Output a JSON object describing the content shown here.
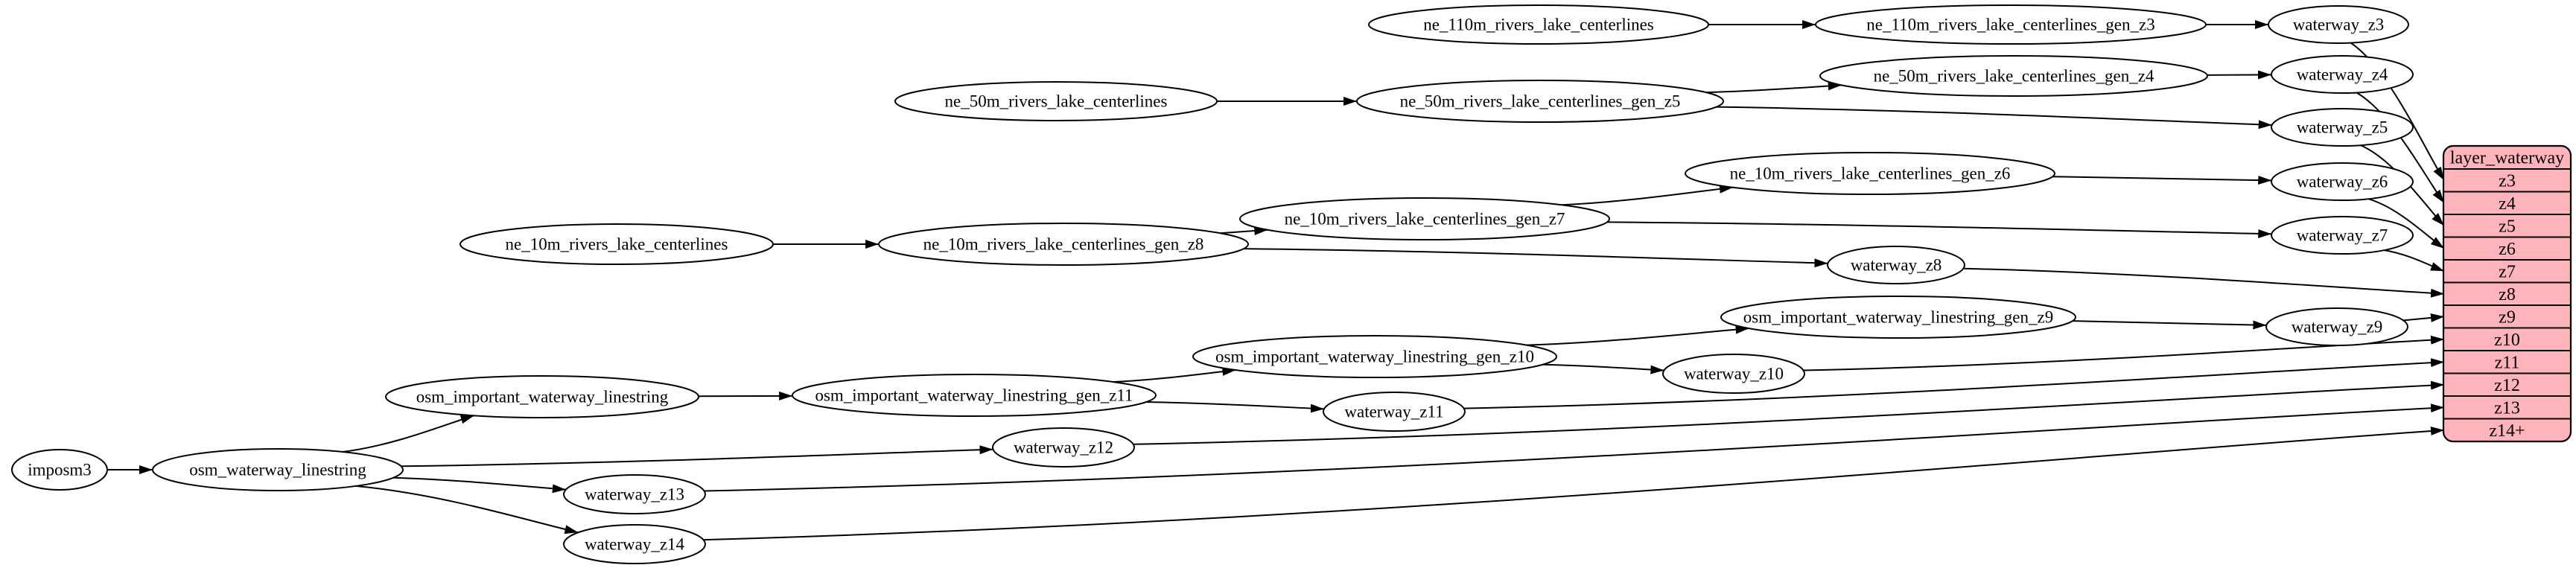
{
  "diagram": {
    "background": "#ffffff",
    "edge_color": "#000000",
    "node_fill": "#ffffff",
    "node_stroke": "#000000",
    "nodes": [
      {
        "id": "imposm3",
        "label": "imposm3"
      },
      {
        "id": "osm_waterway_linestring",
        "label": "osm_waterway_linestring"
      },
      {
        "id": "waterway_z14",
        "label": "waterway_z14"
      },
      {
        "id": "waterway_z13",
        "label": "waterway_z13"
      },
      {
        "id": "waterway_z12",
        "label": "waterway_z12"
      },
      {
        "id": "osm_important_waterway_linestring",
        "label": "osm_important_waterway_linestring"
      },
      {
        "id": "osm_important_waterway_linestring_gen_z11",
        "label": "osm_important_waterway_linestring_gen_z11"
      },
      {
        "id": "waterway_z11",
        "label": "waterway_z11"
      },
      {
        "id": "osm_important_waterway_linestring_gen_z10",
        "label": "osm_important_waterway_linestring_gen_z10"
      },
      {
        "id": "waterway_z10",
        "label": "waterway_z10"
      },
      {
        "id": "osm_important_waterway_linestring_gen_z9",
        "label": "osm_important_waterway_linestring_gen_z9"
      },
      {
        "id": "waterway_z9",
        "label": "waterway_z9"
      },
      {
        "id": "ne_10m_rivers_lake_centerlines",
        "label": "ne_10m_rivers_lake_centerlines"
      },
      {
        "id": "ne_10m_rivers_lake_centerlines_gen_z8",
        "label": "ne_10m_rivers_lake_centerlines_gen_z8"
      },
      {
        "id": "ne_10m_rivers_lake_centerlines_gen_z7",
        "label": "ne_10m_rivers_lake_centerlines_gen_z7"
      },
      {
        "id": "ne_10m_rivers_lake_centerlines_gen_z6",
        "label": "ne_10m_rivers_lake_centerlines_gen_z6"
      },
      {
        "id": "waterway_z8",
        "label": "waterway_z8"
      },
      {
        "id": "waterway_z7",
        "label": "waterway_z7"
      },
      {
        "id": "waterway_z6",
        "label": "waterway_z6"
      },
      {
        "id": "ne_50m_rivers_lake_centerlines",
        "label": "ne_50m_rivers_lake_centerlines"
      },
      {
        "id": "ne_50m_rivers_lake_centerlines_gen_z5",
        "label": "ne_50m_rivers_lake_centerlines_gen_z5"
      },
      {
        "id": "ne_50m_rivers_lake_centerlines_gen_z4",
        "label": "ne_50m_rivers_lake_centerlines_gen_z4"
      },
      {
        "id": "waterway_z5",
        "label": "waterway_z5"
      },
      {
        "id": "waterway_z4",
        "label": "waterway_z4"
      },
      {
        "id": "ne_110m_rivers_lake_centerlines",
        "label": "ne_110m_rivers_lake_centerlines"
      },
      {
        "id": "ne_110m_rivers_lake_centerlines_gen_z3",
        "label": "ne_110m_rivers_lake_centerlines_gen_z3"
      },
      {
        "id": "waterway_z3",
        "label": "waterway_z3"
      }
    ],
    "edges": [
      {
        "from": "imposm3",
        "to": "osm_waterway_linestring"
      },
      {
        "from": "osm_waterway_linestring",
        "to": "osm_important_waterway_linestring"
      },
      {
        "from": "osm_waterway_linestring",
        "to": "waterway_z12"
      },
      {
        "from": "osm_waterway_linestring",
        "to": "waterway_z13"
      },
      {
        "from": "osm_waterway_linestring",
        "to": "waterway_z14"
      },
      {
        "from": "osm_important_waterway_linestring",
        "to": "osm_important_waterway_linestring_gen_z11"
      },
      {
        "from": "osm_important_waterway_linestring_gen_z11",
        "to": "osm_important_waterway_linestring_gen_z10"
      },
      {
        "from": "osm_important_waterway_linestring_gen_z11",
        "to": "waterway_z11"
      },
      {
        "from": "osm_important_waterway_linestring_gen_z10",
        "to": "osm_important_waterway_linestring_gen_z9"
      },
      {
        "from": "osm_important_waterway_linestring_gen_z10",
        "to": "waterway_z10"
      },
      {
        "from": "osm_important_waterway_linestring_gen_z9",
        "to": "waterway_z9"
      },
      {
        "from": "ne_10m_rivers_lake_centerlines",
        "to": "ne_10m_rivers_lake_centerlines_gen_z8"
      },
      {
        "from": "ne_10m_rivers_lake_centerlines_gen_z8",
        "to": "ne_10m_rivers_lake_centerlines_gen_z7"
      },
      {
        "from": "ne_10m_rivers_lake_centerlines_gen_z8",
        "to": "waterway_z8"
      },
      {
        "from": "ne_10m_rivers_lake_centerlines_gen_z7",
        "to": "ne_10m_rivers_lake_centerlines_gen_z6"
      },
      {
        "from": "ne_10m_rivers_lake_centerlines_gen_z7",
        "to": "waterway_z7"
      },
      {
        "from": "ne_10m_rivers_lake_centerlines_gen_z6",
        "to": "waterway_z6"
      },
      {
        "from": "ne_50m_rivers_lake_centerlines",
        "to": "ne_50m_rivers_lake_centerlines_gen_z5"
      },
      {
        "from": "ne_50m_rivers_lake_centerlines_gen_z5",
        "to": "ne_50m_rivers_lake_centerlines_gen_z4"
      },
      {
        "from": "ne_50m_rivers_lake_centerlines_gen_z5",
        "to": "waterway_z5"
      },
      {
        "from": "ne_50m_rivers_lake_centerlines_gen_z4",
        "to": "waterway_z4"
      },
      {
        "from": "ne_110m_rivers_lake_centerlines",
        "to": "ne_110m_rivers_lake_centerlines_gen_z3"
      },
      {
        "from": "ne_110m_rivers_lake_centerlines_gen_z3",
        "to": "waterway_z3"
      }
    ],
    "layer_table": {
      "title": "layer_waterway",
      "fill": "#ffb3ba",
      "stroke": "#000000",
      "rows": [
        "z3",
        "z4",
        "z5",
        "z6",
        "z7",
        "z8",
        "z9",
        "z10",
        "z11",
        "z12",
        "z13",
        "z14+"
      ]
    },
    "row_edges": [
      {
        "from": "waterway_z3",
        "to_row": "z3"
      },
      {
        "from": "waterway_z4",
        "to_row": "z4"
      },
      {
        "from": "waterway_z5",
        "to_row": "z5"
      },
      {
        "from": "waterway_z6",
        "to_row": "z6"
      },
      {
        "from": "waterway_z7",
        "to_row": "z7"
      },
      {
        "from": "waterway_z8",
        "to_row": "z8"
      },
      {
        "from": "waterway_z9",
        "to_row": "z9"
      },
      {
        "from": "waterway_z10",
        "to_row": "z10"
      },
      {
        "from": "waterway_z11",
        "to_row": "z11"
      },
      {
        "from": "waterway_z12",
        "to_row": "z12"
      },
      {
        "from": "waterway_z13",
        "to_row": "z13"
      },
      {
        "from": "waterway_z14",
        "to_row": "z14+"
      }
    ]
  }
}
